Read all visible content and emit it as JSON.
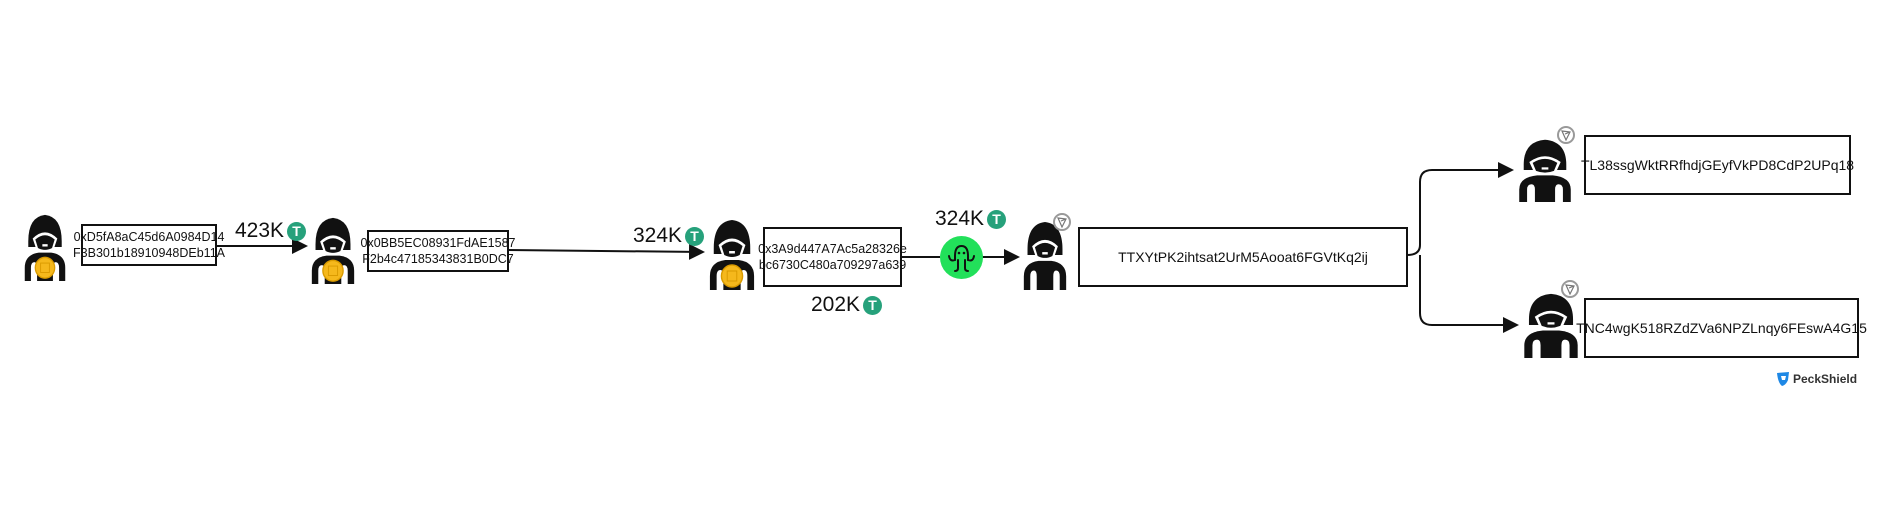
{
  "colors": {
    "tether": "#26a17b",
    "octopus": "#22e05a",
    "logo": "#1e88e5"
  },
  "nodes": [
    {
      "address": "0xD5fA8aC45d6A0984D14\nF3B301b18910948DEb11A",
      "coin": "usdt"
    },
    {
      "address": "0x0BB5EC08931FdAE1587\nF2b4c47185343831B0DC7",
      "coin": "usdt"
    },
    {
      "address": "0x3A9d447A7Ac5a28326e\nbc6730C480a709297a639",
      "coin": "usdt"
    },
    {
      "address": "TTXYtPK2ihtsat2UrM5Aooat6FGVtKq2ij",
      "coin": "tron"
    },
    {
      "address": "TL38ssgWktRRfhdjGEyfVkPD8CdP2UPq18",
      "coin": "tron"
    },
    {
      "address": "TNC4wgK518RZdZVa6NPZLnqy6FEswA4G15",
      "coin": "tron"
    }
  ],
  "transfers": [
    {
      "amount": "423K",
      "token": "T"
    },
    {
      "amount": "324K",
      "token": "T"
    },
    {
      "amount": "324K",
      "token": "T"
    },
    {
      "amount": "202K",
      "token": "T"
    }
  ],
  "bridge_icon": "octopus-icon",
  "logo": "PeckShield"
}
